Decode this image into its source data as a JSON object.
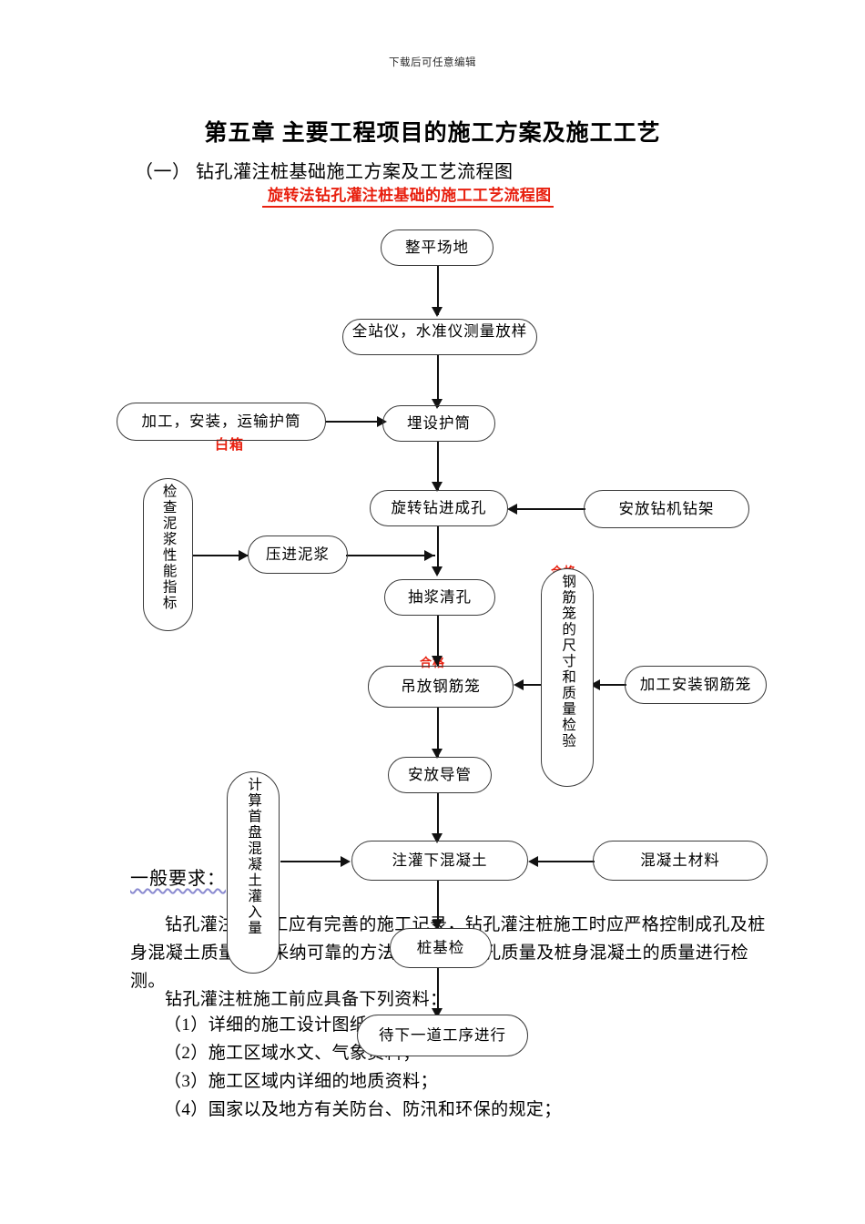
{
  "header": {
    "watermark_note": "下载后可任意编辑",
    "chapter_title": "第五章  主要工程项目的施工方案及施工工艺",
    "section_title": "（一）  钻孔灌注桩基础施工方案及工艺流程图",
    "diagram_title": "旋转法钻孔灌注桩基础的施工工艺流程图",
    "diagram_title_color": "#e8200f"
  },
  "flowchart": {
    "nodes": {
      "n1": "整平场地",
      "n2": "全站仪，水准仪测量放样",
      "n3": "埋设护筒",
      "n4": "旋转钻进成孔",
      "n5": "抽浆清孔",
      "n6": "吊放钢筋笼",
      "n7": "安放导管",
      "n8": "注灌下混凝土",
      "n9": "桩基检",
      "n10": "待下一道工序进行",
      "s1": "加工，安装，运输护筒",
      "s2": "压进泥浆",
      "s3": "安放钻机钻架",
      "s4": "加工安装钢筋笼",
      "s5": "混凝土材料",
      "v1": "检查泥浆性能指标",
      "v2": "钢筋笼的尺寸和质量检验",
      "v3": "计算首盘混凝土灌入量"
    },
    "occluded_red": {
      "r1": "白箱",
      "r2": "合格",
      "r3": "合格"
    }
  },
  "body": {
    "requirements_heading": "一般要求：",
    "para1": "钻孔灌注桩施工应有完善的施工记录，钻孔灌注桩施工时应严格控制成孔及桩身混凝土质量，并采纳可靠的方法对孔壁的成孔质量及桩身混凝土的质量进行检测。",
    "para2": "钻孔灌注桩施工前应具备下列资料：",
    "list": [
      "（1）详细的施工设计图纸；",
      "（2）施工区域水文、气象资料；",
      "（3）施工区域内详细的地质资料；",
      "（4）国家以及地方有关防台、防汛和环保的规定；"
    ]
  }
}
